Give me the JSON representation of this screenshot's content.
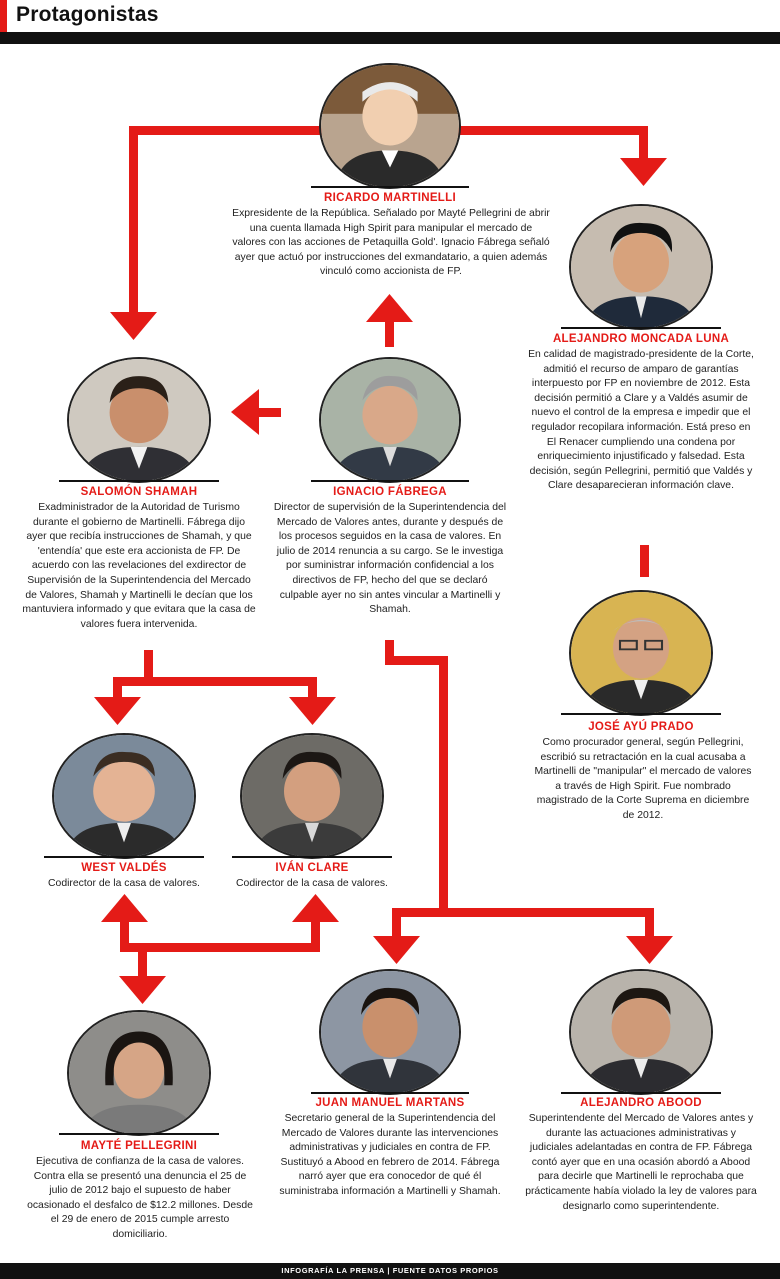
{
  "header": {
    "title": "Protagonistas"
  },
  "footer": {
    "credit": "INFOGRAFÍA LA PRENSA | FUENTE DATOS PROPIOS"
  },
  "colors": {
    "accent": "#e41b17",
    "bar": "#111111"
  },
  "people": {
    "martinelli": {
      "name": "RICARDO MARTINELLI",
      "desc": "Expresidente de la República. Señalado por Mayté Pellegrini de abrir una cuenta llamada High Spirit para manipular el mercado de valores con las acciones de Petaquilla Gold'. Ignacio Fábrega señaló ayer que actuó por instrucciones del exmandatario, a quien además vinculó como accionista de FP."
    },
    "moncada": {
      "name": "ALEJANDRO MONCADA LUNA",
      "desc": "En calidad de magistrado-presidente de la Corte, admitió el recurso de amparo de garantías interpuesto por FP en noviembre de 2012. Esta decisión permitió a Clare y a Valdés asumir de nuevo el control de la empresa e impedir que el regulador recopilara información. Está preso en El Renacer cumpliendo una condena por enriquecimiento injustificado y falsedad. Esta decisión, según Pellegrini, permitió que Valdés y Clare desaparecieran información clave."
    },
    "shamah": {
      "name": "SALOMÓN SHAMAH",
      "desc": "Exadministrador de la Autoridad de Turismo durante el gobierno de Martinelli. Fábrega dijo ayer que recibía instrucciones de Shamah, y que 'entendía' que este era accionista de FP. De acuerdo con las revelaciones del exdirector de Supervisión de la Superintendencia del Mercado de Valores, Shamah y Martinelli le decían que los mantuviera informado y que evitara que la casa de valores fuera intervenida."
    },
    "fabrega": {
      "name": "IGNACIO FÁBREGA",
      "desc": "Director de supervisión de la Superintendencia del Mercado de Valores antes, durante y después de los procesos  seguidos en la casa de valores. En julio de 2014 renuncia a su cargo. Se le investiga por suministrar información confidencial a los directivos de FP, hecho del que se declaró culpable ayer no sin antes vincular a Martinelli y Shamah."
    },
    "ayu": {
      "name": "JOSÉ AYÚ PRADO",
      "desc": "Como procurador general, según Pellegrini, escribió su retractación en la cual acusaba a Martinelli de \"manipular\" el mercado de valores a través de High Spirit. Fue nombrado magistrado de la Corte Suprema en diciembre de 2012."
    },
    "valdes": {
      "name": "WEST VALDÉS",
      "desc": "Codirector de la casa de valores."
    },
    "clare": {
      "name": "IVÁN CLARE",
      "desc": "Codirector de la casa de valores."
    },
    "martans": {
      "name": "JUAN MANUEL MARTANS",
      "desc": "Secretario general de la Superintendencia del Mercado de Valores durante las intervenciones administrativas y judiciales en contra de FP. Sustituyó a Abood en febrero de 2014. Fábrega narró ayer que era conocedor de qué él suministraba información a Martinelli y Shamah."
    },
    "abood": {
      "name": "ALEJANDRO ABOOD",
      "desc": "Superintendente del Mercado de Valores antes y durante las actuaciones administrativas y judiciales adelantadas en contra de FP. Fábrega contó ayer que en una ocasión abordó a Abood para decirle que Martinelli le reprochaba que prácticamente había violado la ley de valores para designarlo como superintendente."
    },
    "pellegrini": {
      "name": "MAYTÉ PELLEGRINI",
      "desc": "Ejecutiva de confianza de la casa de valores. Contra ella se presentó una denuncia el 25 de julio de 2012 bajo el supuesto de haber ocasionado el desfalco de $12.2 millones. Desde el 29 de enero de 2015 cumple arresto domiciliario."
    }
  }
}
